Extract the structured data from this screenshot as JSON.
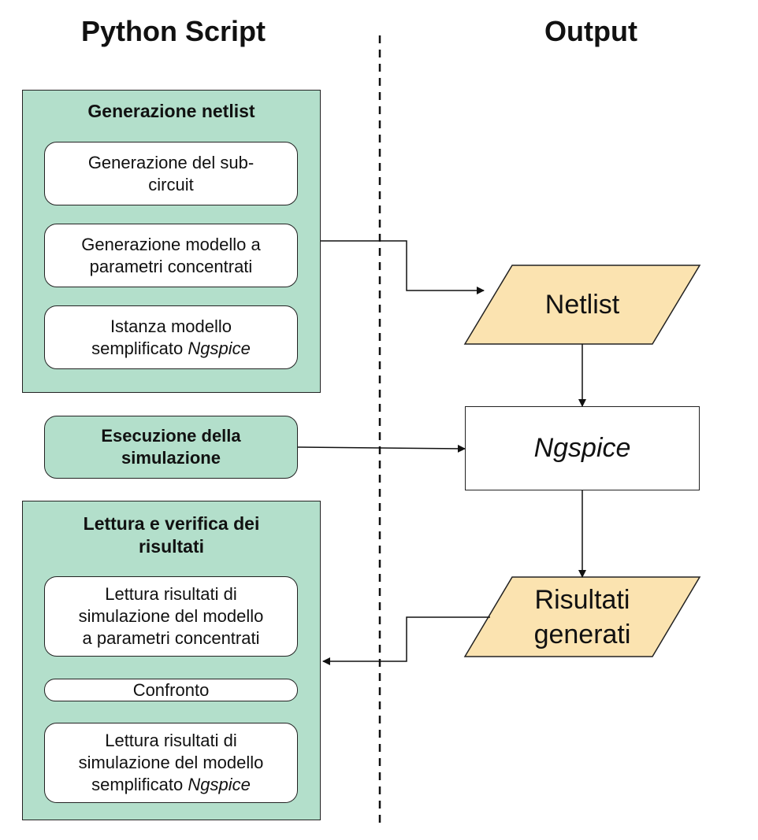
{
  "columns": {
    "left_title": "Python Script",
    "right_title": "Output"
  },
  "netlist_group": {
    "title": "Generazione netlist",
    "steps": [
      {
        "line1": "Generazione del sub-",
        "line2": "circuit"
      },
      {
        "line1": "Generazione modello a",
        "line2": "parametri concentrati"
      },
      {
        "line1": "Istanza modello",
        "line2_prefix": "semplificato ",
        "line2_italic": "Ngspice"
      }
    ]
  },
  "execution": {
    "line1": "Esecuzione della",
    "line2": "simulazione"
  },
  "results_group": {
    "title_line1": "Lettura e verifica dei",
    "title_line2": "risultati",
    "read_lumped": {
      "line1": "Lettura risultati di",
      "line2": "simulazione del modello",
      "line3": "a parametri concentrati"
    },
    "compare": "Confronto",
    "read_ngspice": {
      "line1": "Lettura risultati di",
      "line2": "simulazione del modello",
      "line3_prefix": "semplificato ",
      "line3_italic": "Ngspice"
    }
  },
  "outputs": {
    "netlist": "Netlist",
    "ngspice": "Ngspice",
    "results_line1": "Risultati",
    "results_line2": "generati"
  },
  "colors": {
    "group_fill": "#b3dfcb",
    "output_fill": "#fbe3b0",
    "stroke": "#222222"
  }
}
